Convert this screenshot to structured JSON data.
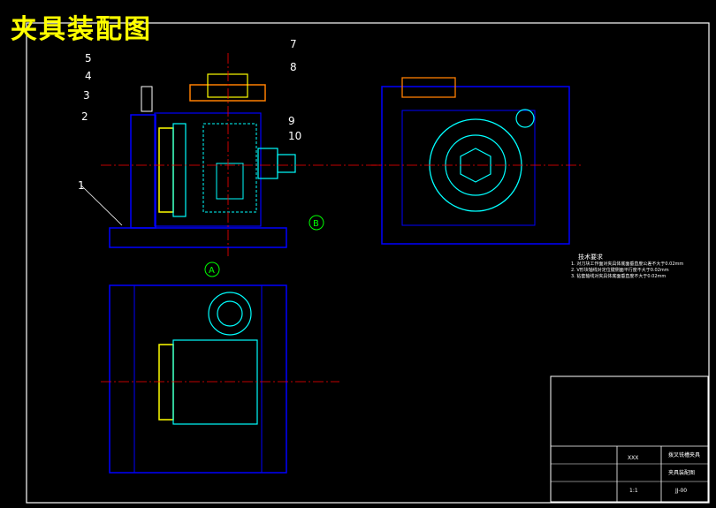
{
  "title": "夹具装配图",
  "balloons": [
    "1",
    "2",
    "3",
    "4",
    "5",
    "7",
    "8",
    "9",
    "10"
  ],
  "section_marks": [
    "A",
    "B"
  ],
  "tech_requirements": {
    "heading": "技术要求",
    "items": [
      "1. 对刀块工作面对夹具体底面垂直度公差不大于0.02mm",
      "2. V形块轴线对定位键侧面平行度不大于0.02mm",
      "3. 钻套轴线对夹具体底面垂直度不大于0.02mm"
    ]
  },
  "title_block": {
    "product": "拨叉铣槽夹具",
    "drawing": "夹具装配图",
    "code": "JJ-00",
    "scale": "1:1",
    "mark": "XXX"
  },
  "colors": {
    "background": "#000000",
    "outline": "#ffffff",
    "body": "#0000ff",
    "parts": "#00ffff",
    "locator": "#ffff00",
    "fastener": "#ff7f00",
    "centerline": "#ff0000",
    "leader": "#00ff00",
    "title": "#ffff00"
  }
}
